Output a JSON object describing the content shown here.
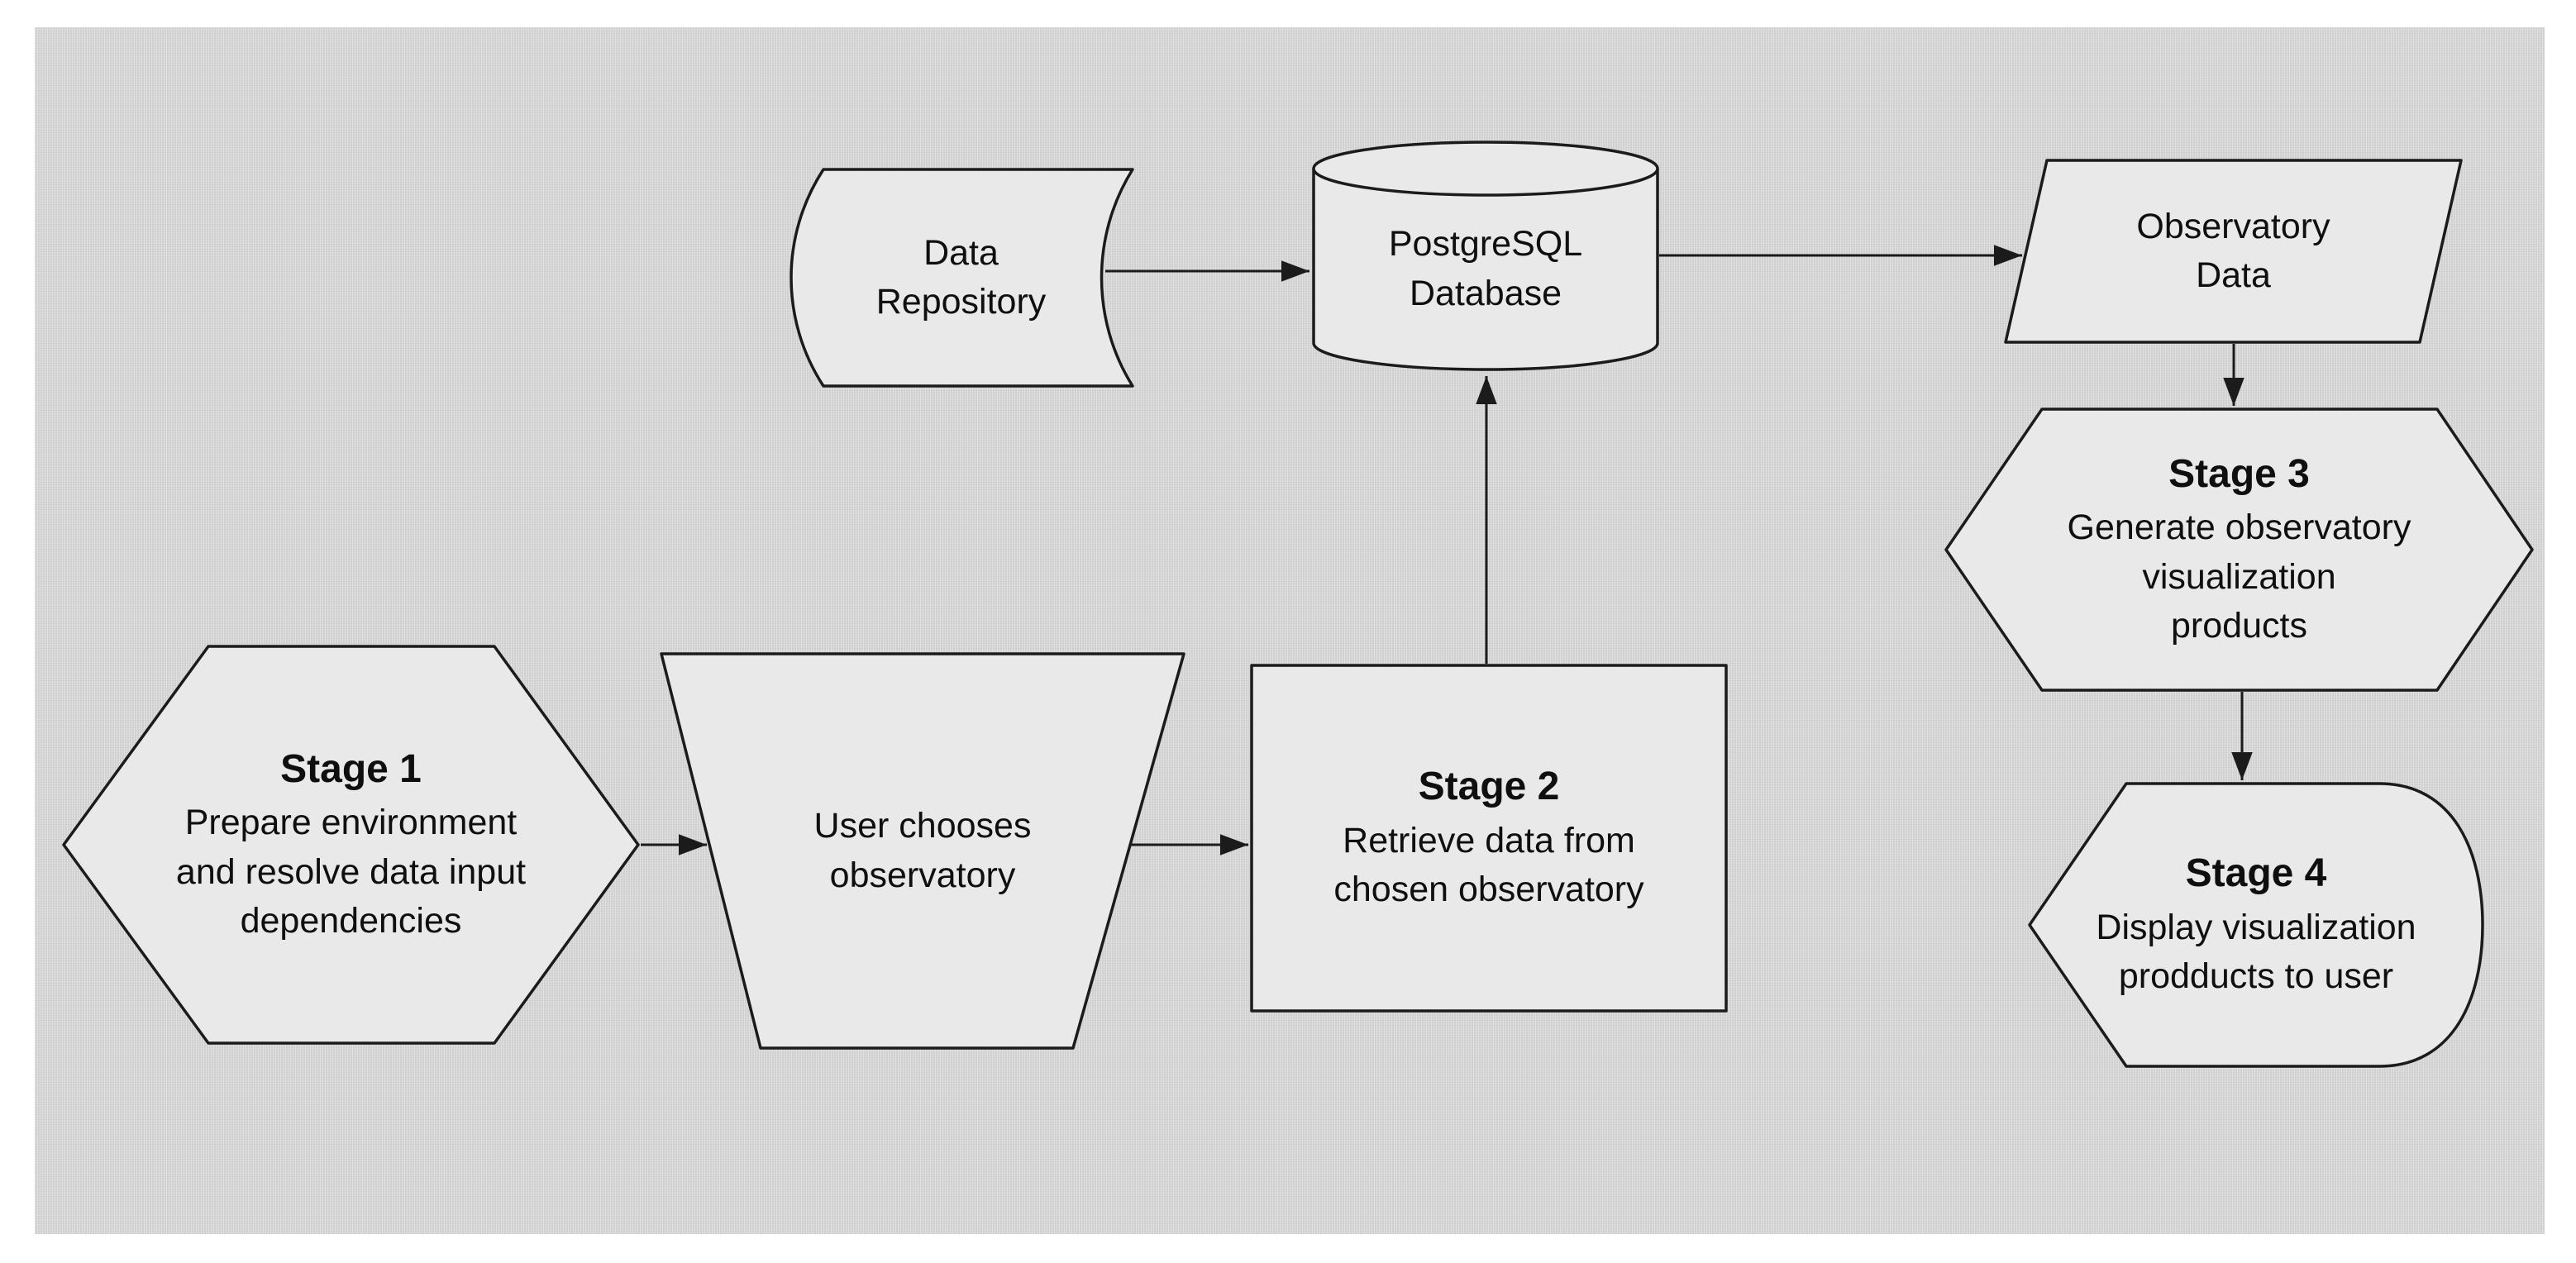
{
  "diagram": {
    "type": "flowchart",
    "colors": {
      "canvas_background": "#d4d4d4",
      "node_fill": "#e9e9e9",
      "node_stroke": "#1b1b1b",
      "text": "#0f0f0f"
    },
    "nodes": {
      "data_repository": {
        "shape": "stored-data",
        "label": "Data\nRepository"
      },
      "postgresql_database": {
        "shape": "cylinder",
        "label": "PostgreSQL\nDatabase"
      },
      "observatory_data": {
        "shape": "parallelogram",
        "label": "Observatory\nData"
      },
      "stage1": {
        "shape": "hexagon",
        "title": "Stage 1",
        "label": "Prepare environment\nand resolve data input\ndependencies"
      },
      "user_chooses_observatory": {
        "shape": "inverted-trapezoid",
        "label": "User chooses\nobservatory"
      },
      "stage2": {
        "shape": "rectangle",
        "title": "Stage 2",
        "label": "Retrieve data from\nchosen observatory"
      },
      "stage3": {
        "shape": "hexagon",
        "title": "Stage 3",
        "label": "Generate observatory\nvisualization\nproducts"
      },
      "stage4": {
        "shape": "display",
        "title": "Stage 4",
        "label": "Display visualization\nprodducts to user"
      }
    },
    "edges": [
      {
        "from": "data_repository",
        "to": "postgresql_database"
      },
      {
        "from": "postgresql_database",
        "to": "observatory_data"
      },
      {
        "from": "observatory_data",
        "to": "stage3"
      },
      {
        "from": "stage3",
        "to": "stage4"
      },
      {
        "from": "stage1",
        "to": "user_chooses_observatory"
      },
      {
        "from": "user_chooses_observatory",
        "to": "stage2"
      },
      {
        "from": "stage2",
        "to": "postgresql_database"
      }
    ]
  }
}
